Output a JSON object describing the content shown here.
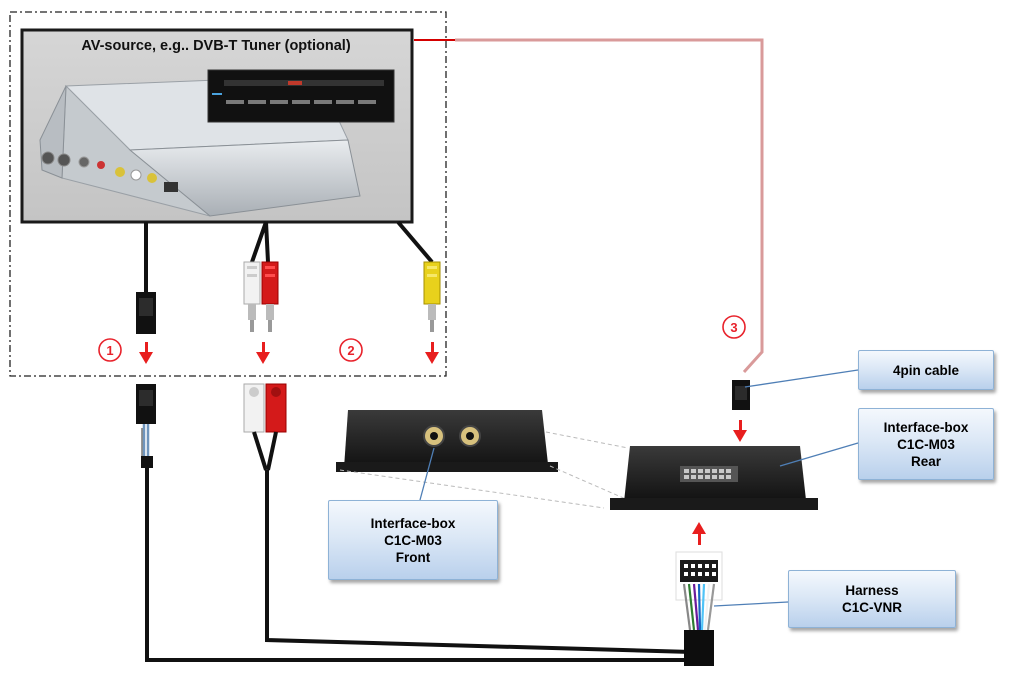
{
  "source": {
    "title": "AV-source, e.g.. DVB-T Tuner  (optional)"
  },
  "markers": {
    "m1": "1",
    "m2": "2",
    "m3": "3"
  },
  "labels": {
    "cable4pin": {
      "line1": "4pin cable"
    },
    "box_rear": {
      "line1": "Interface-box",
      "line2": "C1C-M03",
      "line3": "Rear"
    },
    "box_front": {
      "line1": "Interface-box",
      "line2": "C1C-M03",
      "line3": "Front"
    },
    "harness": {
      "line1": "Harness",
      "line2": "C1C-VNR"
    }
  },
  "colors": {
    "marker": "#e8222b",
    "arrow": "#e81e1e",
    "pink_cable": "#d99a9a",
    "red_cable": "#d40000",
    "label_border": "#8eb2d6",
    "leader": "#4f7fb6"
  }
}
